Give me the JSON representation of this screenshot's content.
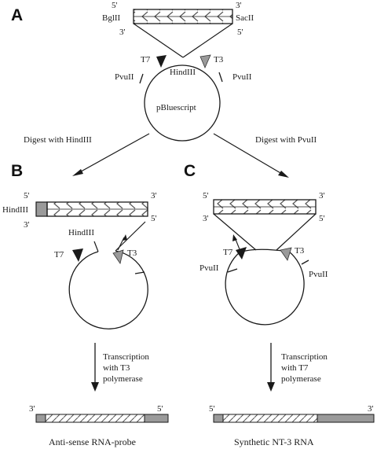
{
  "panels": {
    "a": {
      "letter": "A",
      "insert_end_top_left": "5'",
      "insert_end_top_right": "3'",
      "insert_end_bottom_left": "3'",
      "insert_end_bottom_right": "5'",
      "site_left": "BglII",
      "site_right": "SacII",
      "promoter_left": "T7",
      "promoter_right": "T3",
      "site_center": "HindIII",
      "site_pvu_left": "PvuII",
      "site_pvu_right": "PvuII",
      "plasmid": "pBluescript"
    },
    "b": {
      "letter": "B",
      "insert_end_top_left": "5'",
      "insert_end_top_right": "3'",
      "insert_end_bottom_left": "3'",
      "insert_end_bottom_right": "5'",
      "site_end": "HindIII",
      "site_cut": "HindIII",
      "promoter_left": "T7",
      "promoter_right": "T3",
      "transcription_line1": "Transcription",
      "transcription_line2": "with T3",
      "transcription_line3": "polymerase",
      "product_left_end": "3'",
      "product_right_end": "5'",
      "product_label": "Anti-sense RNA-probe"
    },
    "c": {
      "letter": "C",
      "insert_end_top_left": "5'",
      "insert_end_top_right": "3'",
      "insert_end_bottom_left": "3'",
      "insert_end_bottom_right": "5'",
      "promoter_left": "T7",
      "promoter_right": "T3",
      "site_pvu_left": "PvuII",
      "site_pvu_right": "PvuII",
      "transcription_line1": "Transcription",
      "transcription_line2": "with T7",
      "transcription_line3": "polymerase",
      "product_left_end": "5'",
      "product_right_end": "3'",
      "product_label": "Synthetic NT-3 RNA"
    }
  },
  "steps": {
    "digest_left": "Digest with HindIII",
    "digest_right": "Digest with PvuII"
  },
  "colors": {
    "ink": "#1a1a1a",
    "gray_fill": "#9a9a9a",
    "hatch": "#555555"
  }
}
